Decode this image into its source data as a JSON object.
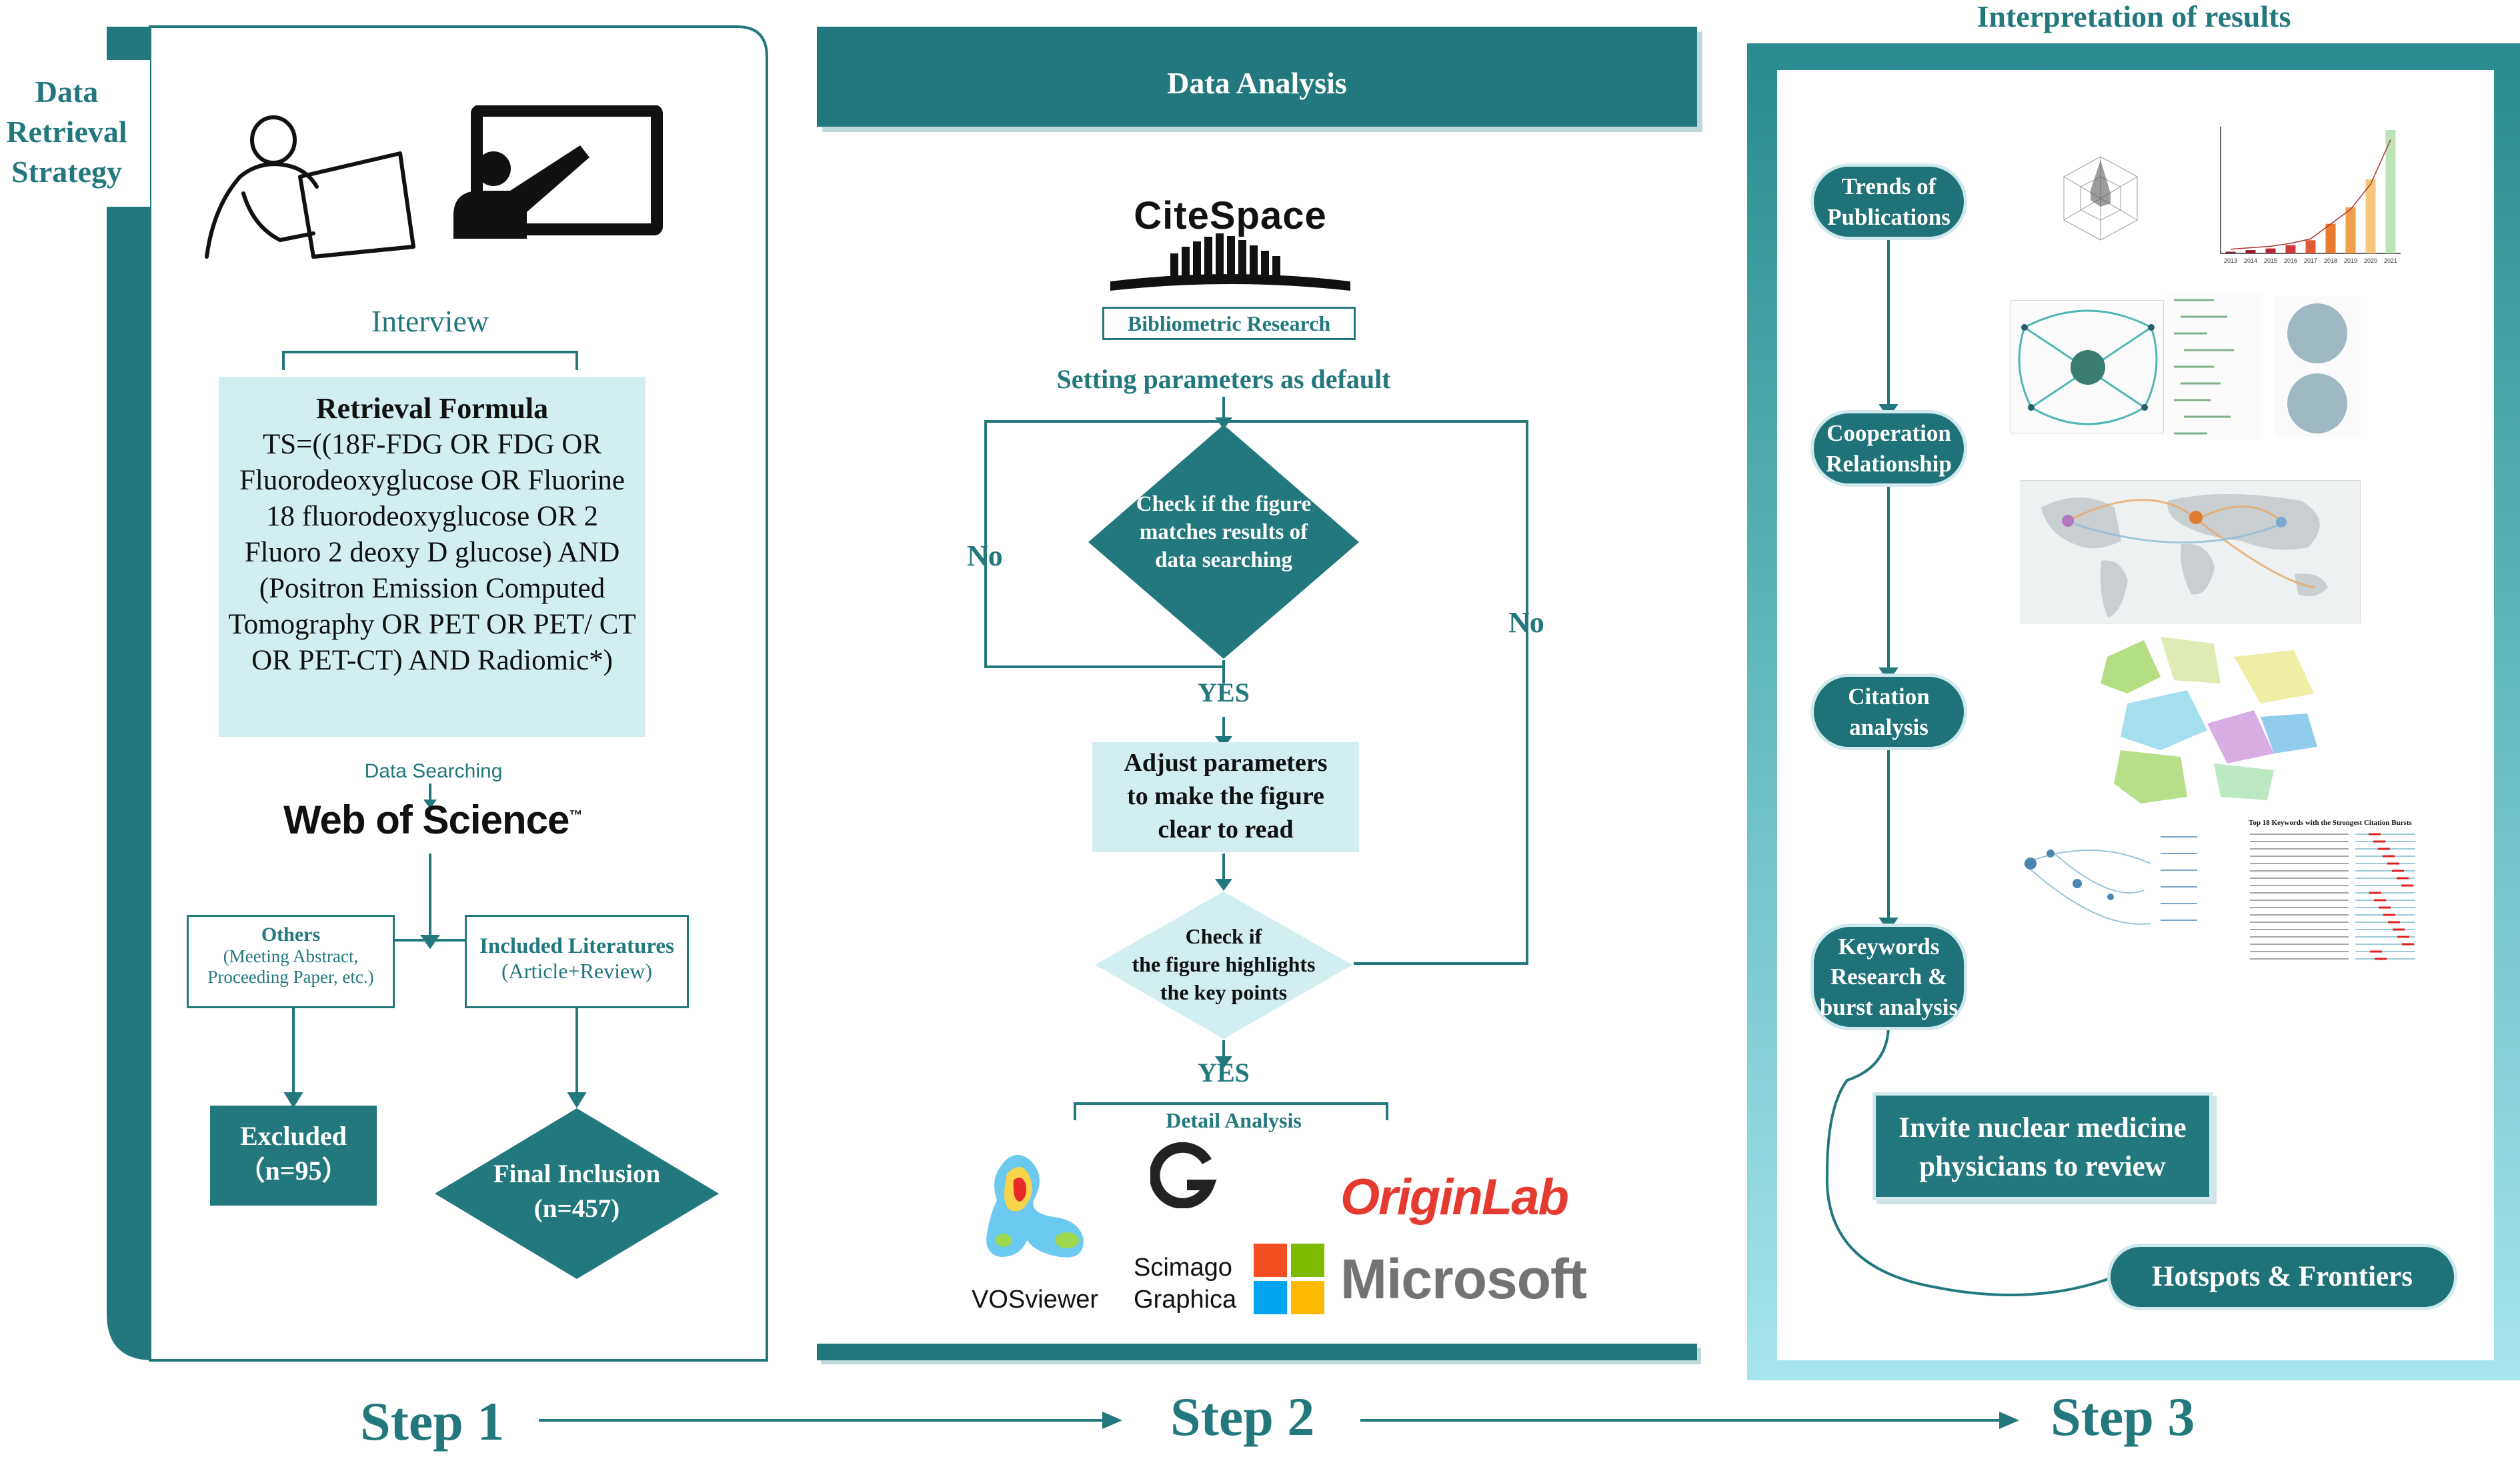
{
  "step1": {
    "side_label": [
      "Data",
      "Retrieval",
      "Strategy"
    ],
    "interview_label": "Interview",
    "formula_title": "Retrieval Formula",
    "formula_text": "TS=((18F-FDG OR FDG OR Fluorodeoxyglucose OR Fluorine 18 fluorodeoxyglucose OR 2 Fluoro 2 deoxy D glucose) AND (Positron Emission Computed Tomography OR PET OR PET/ CT OR PET-CT) AND Radiomic*)",
    "data_searching": "Data Searching",
    "database": "Web of Science",
    "database_tm": "™",
    "others_title": "Others",
    "others_detail": [
      "(Meeting Abstract,",
      "Proceeding Paper, etc.)"
    ],
    "included_title": "Included Literatures",
    "included_detail": "(Article+Review)",
    "excluded_title": "Excluded",
    "excluded_count": "（n=95）",
    "final_title": "Final Inclusion",
    "final_count": "(n=457)"
  },
  "step2": {
    "header": "Data Analysis",
    "logo": "CiteSpace",
    "bib_research": "Bibliometric Research",
    "setting_default": "Setting parameters as default",
    "check1": [
      "Check if the figure",
      "matches results of",
      "data searching"
    ],
    "no_left": "No",
    "no_right": "No",
    "yes1": "YES",
    "adjust": [
      "Adjust parameters",
      "to make the figure",
      "clear to read"
    ],
    "check2": [
      "Check if",
      "the figure highlights",
      "the key points"
    ],
    "yes2": "YES",
    "detail_analysis": "Detail Analysis",
    "tools": {
      "vosviewer": "VOSviewer",
      "scimago": [
        "Scimago",
        "Graphica"
      ],
      "originlab": "OriginLab",
      "microsoft": "Microsoft"
    }
  },
  "step3": {
    "header": "Interpretation of results",
    "pills": [
      [
        "Trends of",
        "Publications"
      ],
      [
        "Cooperation",
        "Relationship"
      ],
      [
        "Citation",
        "analysis"
      ],
      [
        "Keywords",
        "Research &",
        "burst analysis"
      ]
    ],
    "review_box": [
      "Invite nuclear medicine",
      "physicians to review"
    ],
    "hotspots": "Hotspots & Frontiers",
    "burst_table_title": "Top 18 Keywords with the Strongest Citation Bursts",
    "bar_years": [
      "2013",
      "2014",
      "2015",
      "2016",
      "2017",
      "2018",
      "2019",
      "2020",
      "2021"
    ],
    "bar_values": [
      1,
      2,
      3,
      5,
      8,
      18,
      28,
      45,
      75
    ]
  },
  "steps": [
    "Step 1",
    "Step 2",
    "Step 3"
  ],
  "colors": {
    "teal": "#23787d",
    "dark_teal": "#1f6e73",
    "light_fill": "#d3eef1"
  }
}
